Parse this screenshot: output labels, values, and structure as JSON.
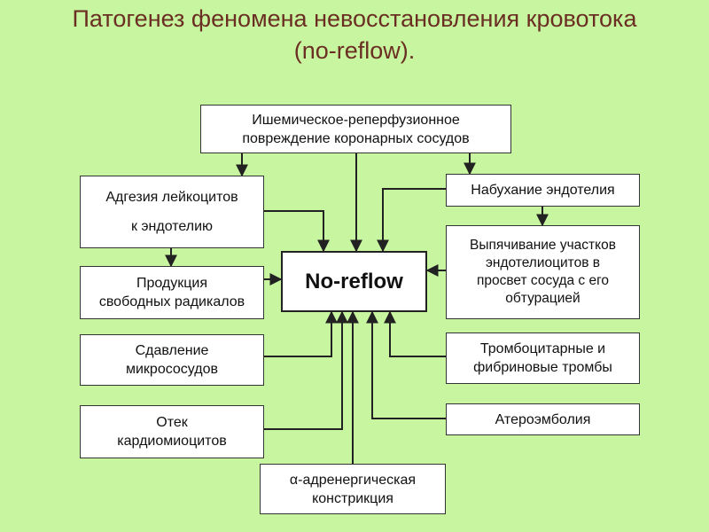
{
  "title": {
    "line1": "Патогенез феномена невосстановления кровотока",
    "line2": "(no-reflow)."
  },
  "nodes": {
    "top": {
      "line1": "Ишемическое-реперфузионное",
      "line2": "повреждение коронарных сосудов"
    },
    "adhesion": {
      "line1": "Адгезия лейкоцитов",
      "line2": "к эндотелию"
    },
    "radicals": {
      "line1": "Продукция",
      "line2": "свободных радикалов"
    },
    "compression": {
      "line1": "Сдавление",
      "line2": "микрососудов"
    },
    "edema": {
      "line1": "Отек",
      "line2": "кардиомиоцитов"
    },
    "alpha": {
      "line1": "α-адренергическая",
      "line2": "констрикция"
    },
    "swelling": {
      "line1": "Набухание эндотелия"
    },
    "protrusion": {
      "line1": "Выпячивание участков",
      "line2": "эндотелиоцитов в",
      "line3": "просвет сосуда с его",
      "line4": "обтурацией"
    },
    "thrombi": {
      "line1": "Тромбоцитарные и",
      "line2": "фибриновые тромбы"
    },
    "atheroemboly": {
      "line1": "Атероэмболия"
    },
    "center": {
      "label": "No-reflow"
    }
  },
  "colors": {
    "background": "#c8f5a0",
    "title": "#6a2f22",
    "box_fill": "#ffffff",
    "connector": "#222222"
  }
}
